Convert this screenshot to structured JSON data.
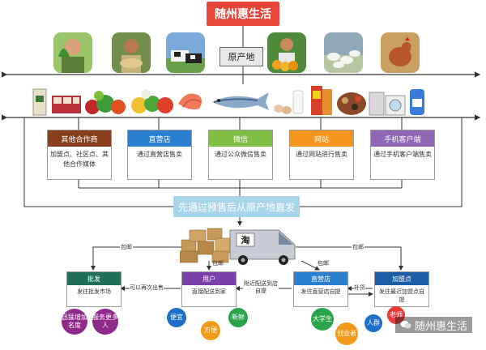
{
  "title": "随州惠生活",
  "origin_label": "原产地",
  "photos": [
    "farmer-with-vegetables",
    "farmer-with-grain",
    "dairy-cows",
    "fruit-grower",
    "sheep-flock",
    "chickens"
  ],
  "products": [
    "rice-bag",
    "rice-wine",
    "vegetables",
    "fruits",
    "shrimp",
    "fish",
    "eggs-and-milk",
    "sausages",
    "beans",
    "appliances",
    "detergent"
  ],
  "channels": [
    {
      "title": "其他合作商",
      "desc": "加盟点、社区点、其他合作媒体",
      "color": "#8a3f1c"
    },
    {
      "title": "直营店",
      "desc": "通过直营店售卖",
      "color": "#2a7fd0"
    },
    {
      "title": "微信",
      "desc": "通过公众微信售卖",
      "color": "#7fbf44"
    },
    {
      "title": "网站",
      "desc": "通过网站进行售卖",
      "color": "#f4951e"
    },
    {
      "title": "手机客户端",
      "desc": "通过手机客户端售卖",
      "color": "#8e67b5"
    }
  ],
  "banner": "先通过预售后从原产地直发",
  "nodes": [
    {
      "title": "批发",
      "desc": "发往批发市场",
      "color": "#1f6f58"
    },
    {
      "title": "用户",
      "desc": "直接配送到家",
      "color": "#7b3fa8"
    },
    {
      "title": "直营店",
      "desc": "发往直营店自提",
      "color": "#2a7fd0"
    },
    {
      "title": "加盟点",
      "desc": "发往最近加盟点自提",
      "color": "#1d5da6"
    }
  ],
  "edges": {
    "baoyou": "包邮",
    "keyi_zaici": "可以再次出售",
    "fujin_peisong": "附近配送到店自提",
    "buhuo": "补货"
  },
  "benefits": [
    {
      "text": "迅猛增加名度",
      "color": "#8e2a8a"
    },
    {
      "text": "服务更多人",
      "color": "#8e2a8a"
    },
    {
      "text": "便宜",
      "color": "#1d6fc8"
    },
    {
      "text": "方便",
      "color": "#f19a1a"
    },
    {
      "text": "新鲜",
      "color": "#2aa44a"
    },
    {
      "text": "大学生",
      "color": "#2aa44a"
    },
    {
      "text": "创业者",
      "color": "#f19a1a"
    },
    {
      "text": "人群",
      "color": "#1d6fc8"
    },
    {
      "text": "老师",
      "color": "#e83a3a"
    }
  ],
  "truck_brand": "淘",
  "watermark": "随州惠生活"
}
